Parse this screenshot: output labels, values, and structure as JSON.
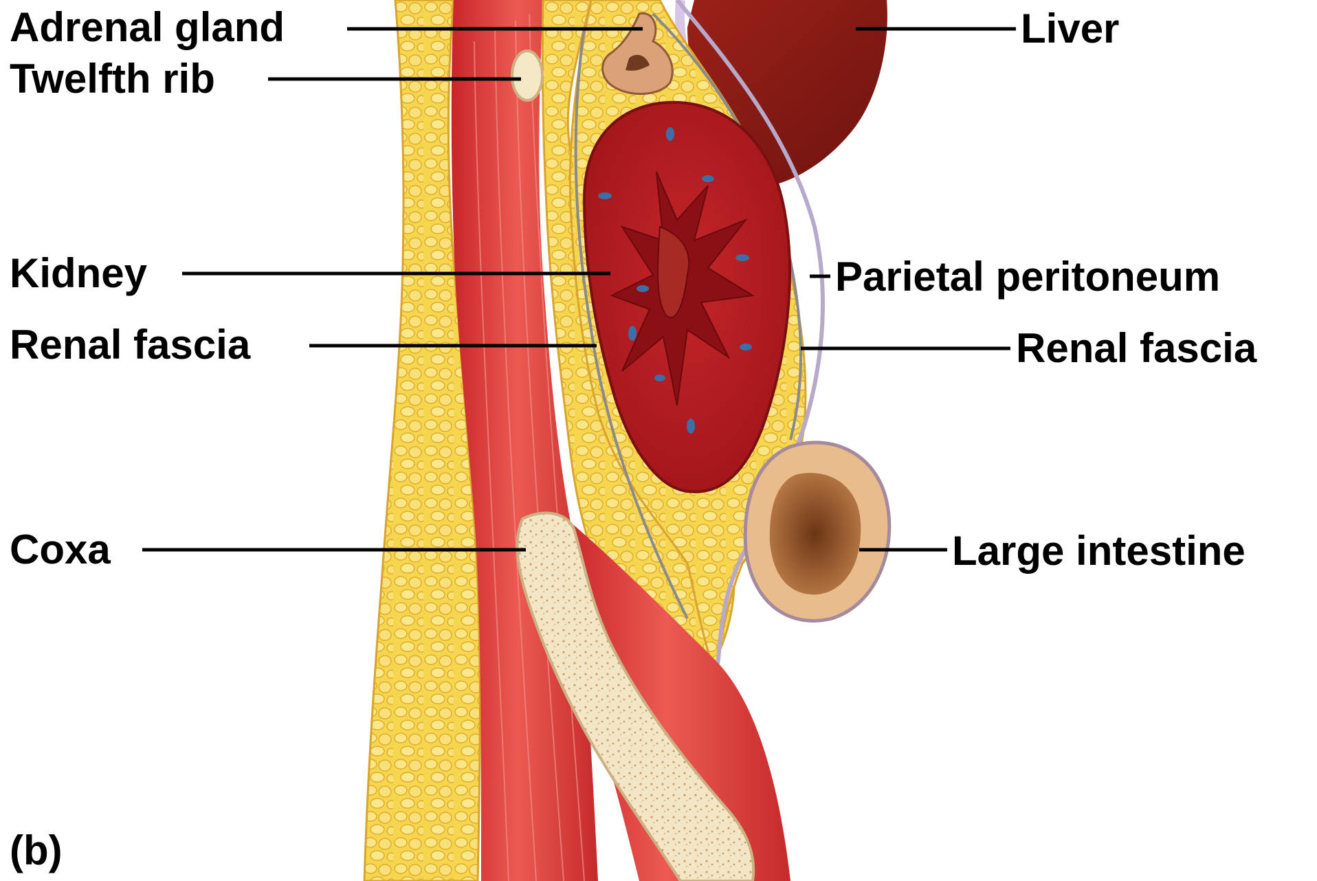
{
  "panel_label": "(b)",
  "labels": {
    "adrenal_gland": "Adrenal gland",
    "twelfth_rib": "Twelfth rib",
    "kidney": "Kidney",
    "renal_fascia_left": "Renal fascia",
    "coxa": "Coxa",
    "liver": "Liver",
    "parietal_peritoneum": "Parietal peritoneum",
    "renal_fascia_right": "Renal fascia",
    "large_intestine": "Large intestine"
  },
  "colors": {
    "background": "#ffffff",
    "fat": "#f6d24a",
    "muscle": "#d8332f",
    "kidney_cortex": "#b81a1c",
    "kidney_medulla": "#8e1116",
    "vessels": "#3b6fa8",
    "bone": "#f1e2bf",
    "liver": "#8a1a14",
    "intestine_wall": "#e7b585",
    "label_text": "#000000"
  }
}
